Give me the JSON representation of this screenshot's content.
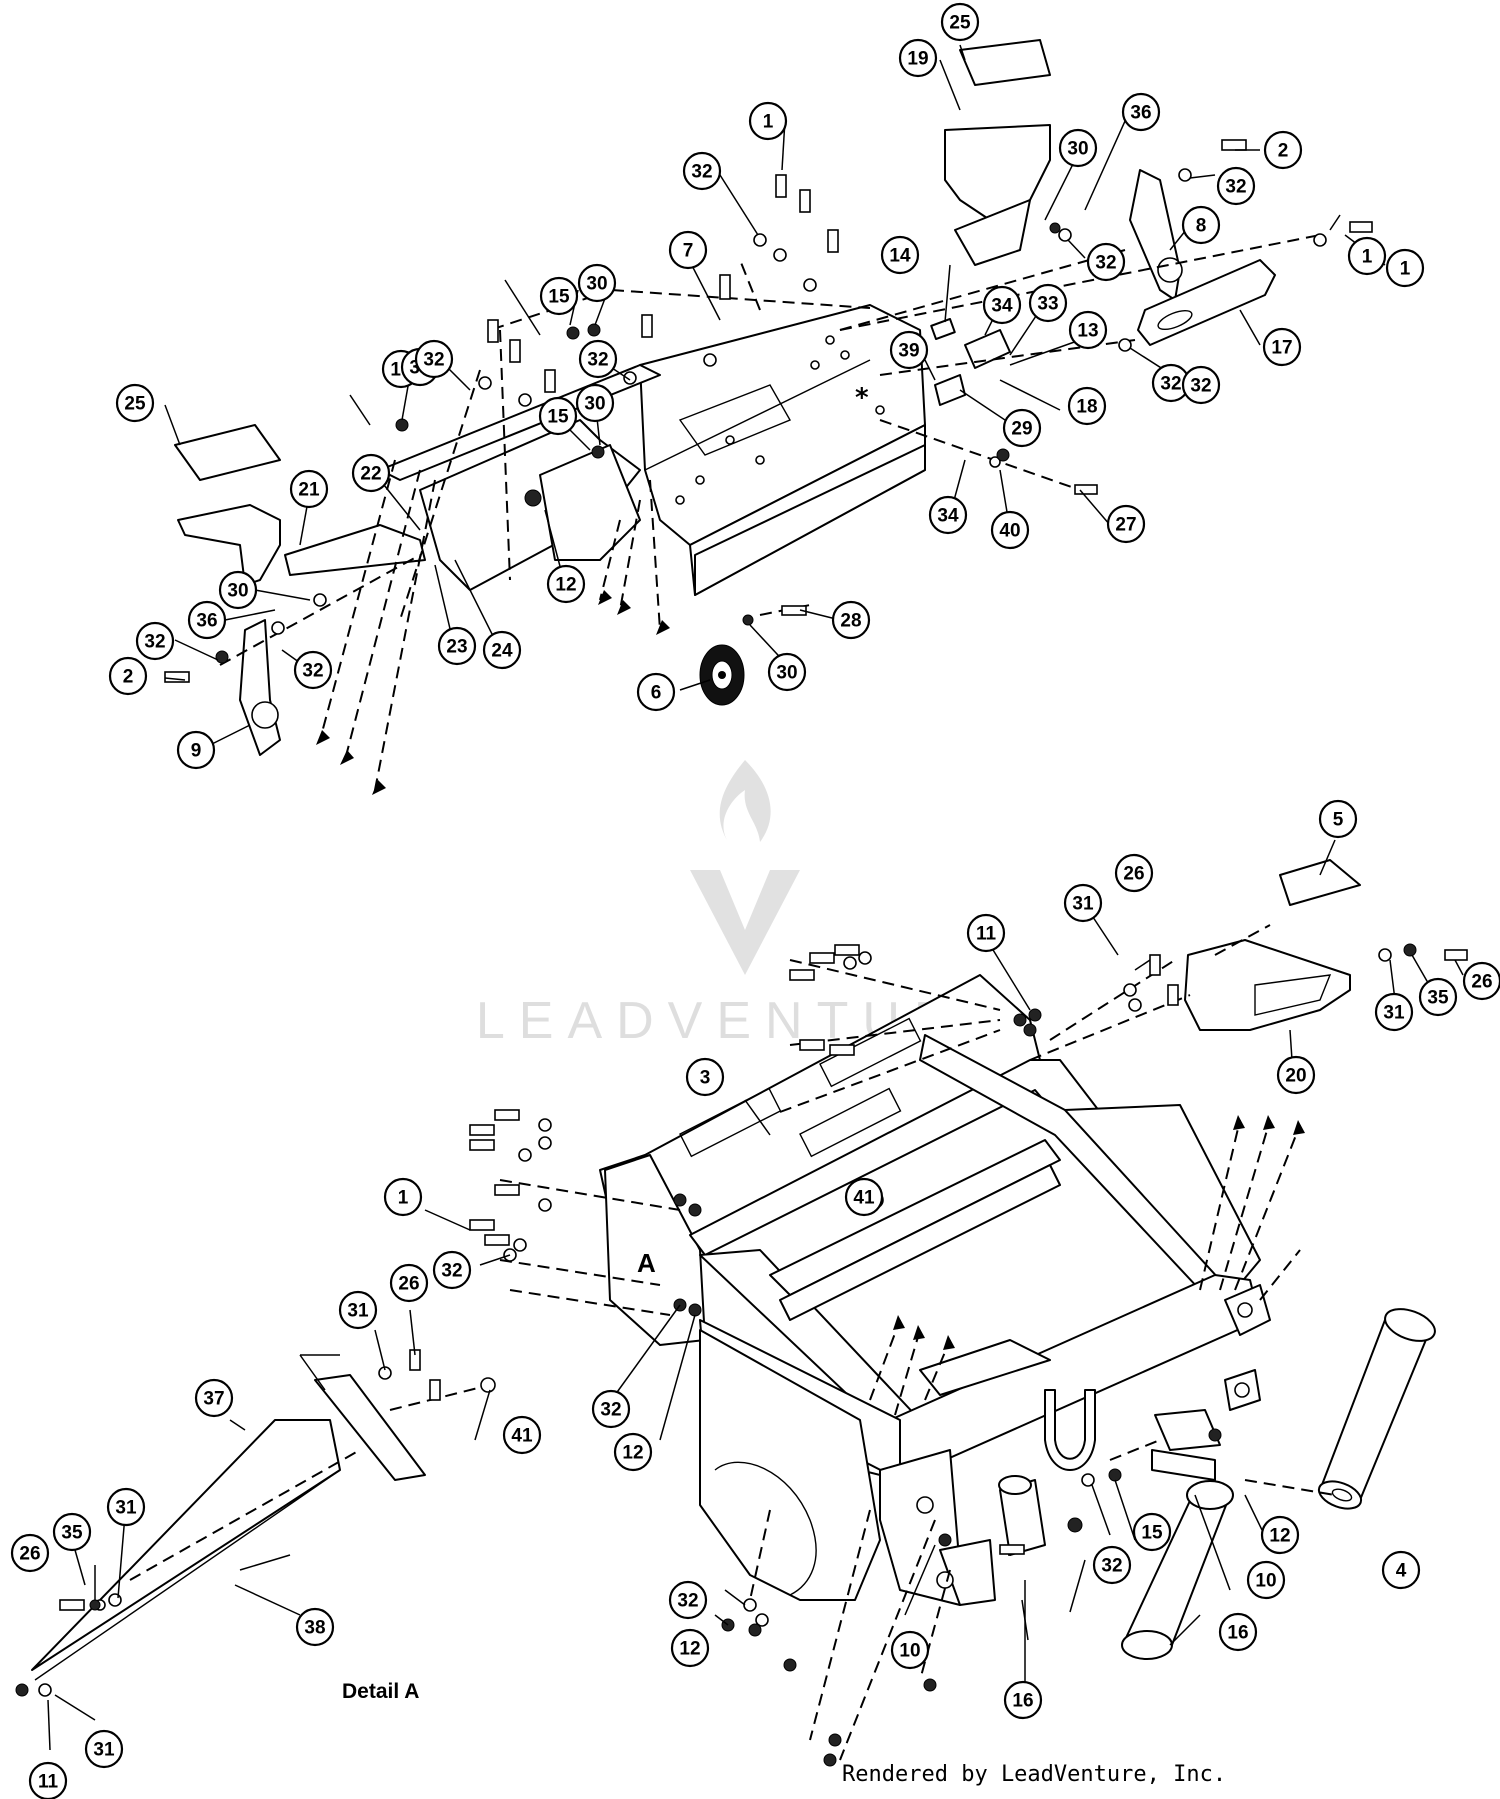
{
  "watermark": {
    "brand": "LEADVENTURE"
  },
  "detail_label": "Detail A",
  "detail_marker": "A",
  "asterisk": "*",
  "credit": "Rendered by LeadVenture, Inc.",
  "callouts": [
    {
      "n": "25"
    },
    {
      "n": "19"
    },
    {
      "n": "36"
    },
    {
      "n": "2"
    },
    {
      "n": "1"
    },
    {
      "n": "32"
    },
    {
      "n": "30"
    },
    {
      "n": "32"
    },
    {
      "n": "8"
    },
    {
      "n": "32"
    },
    {
      "n": "1"
    },
    {
      "n": "7"
    },
    {
      "n": "15"
    },
    {
      "n": "30"
    },
    {
      "n": "14"
    },
    {
      "n": "34"
    },
    {
      "n": "33"
    },
    {
      "n": "13"
    },
    {
      "n": "17"
    },
    {
      "n": "32"
    },
    {
      "n": "32"
    },
    {
      "n": "1"
    },
    {
      "n": "32"
    },
    {
      "n": "39"
    },
    {
      "n": "18"
    },
    {
      "n": "29"
    },
    {
      "n": "15"
    },
    {
      "n": "30"
    },
    {
      "n": "32"
    },
    {
      "n": "25"
    },
    {
      "n": "15"
    },
    {
      "n": "30"
    },
    {
      "n": "22"
    },
    {
      "n": "21"
    },
    {
      "n": "34"
    },
    {
      "n": "40"
    },
    {
      "n": "27"
    },
    {
      "n": "12"
    },
    {
      "n": "30"
    },
    {
      "n": "36"
    },
    {
      "n": "23"
    },
    {
      "n": "24"
    },
    {
      "n": "32"
    },
    {
      "n": "2"
    },
    {
      "n": "32"
    },
    {
      "n": "28"
    },
    {
      "n": "30"
    },
    {
      "n": "6"
    },
    {
      "n": "9"
    },
    {
      "n": "5"
    },
    {
      "n": "26"
    },
    {
      "n": "31"
    },
    {
      "n": "11"
    },
    {
      "n": "26"
    },
    {
      "n": "31"
    },
    {
      "n": "35"
    },
    {
      "n": "20"
    },
    {
      "n": "3"
    },
    {
      "n": "41"
    },
    {
      "n": "1"
    },
    {
      "n": "32"
    },
    {
      "n": "26"
    },
    {
      "n": "31"
    },
    {
      "n": "37"
    },
    {
      "n": "41"
    },
    {
      "n": "32"
    },
    {
      "n": "12"
    },
    {
      "n": "26"
    },
    {
      "n": "35"
    },
    {
      "n": "31"
    },
    {
      "n": "38"
    },
    {
      "n": "15"
    },
    {
      "n": "32"
    },
    {
      "n": "12"
    },
    {
      "n": "10"
    },
    {
      "n": "4"
    },
    {
      "n": "16"
    },
    {
      "n": "32"
    },
    {
      "n": "12"
    },
    {
      "n": "10"
    },
    {
      "n": "16"
    },
    {
      "n": "11"
    },
    {
      "n": "31"
    }
  ]
}
